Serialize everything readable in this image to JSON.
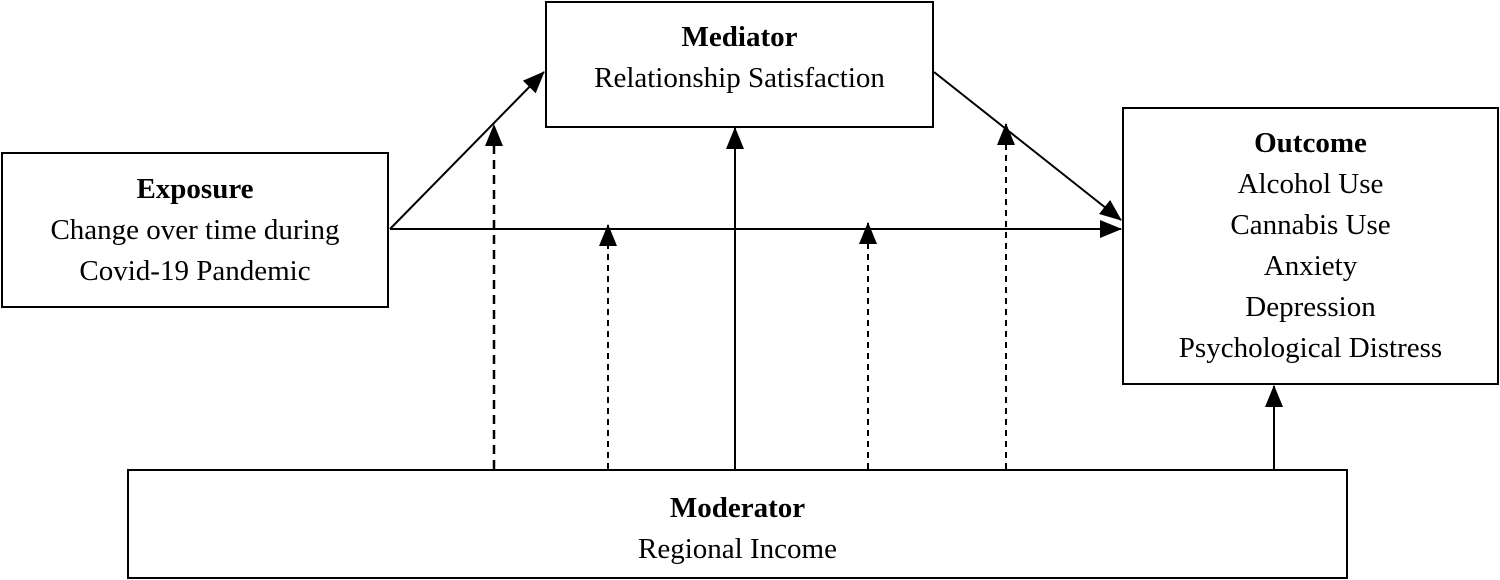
{
  "mediator": {
    "title": "Mediator",
    "lines": [
      "Relationship Satisfaction"
    ]
  },
  "exposure": {
    "title": "Exposure",
    "lines": [
      "Change over time during",
      "Covid-19 Pandemic"
    ]
  },
  "outcome": {
    "title": "Outcome",
    "lines": [
      "Alcohol Use",
      "Cannabis Use",
      "Anxiety",
      "Depression",
      "Psychological Distress"
    ]
  },
  "moderator": {
    "title": "Moderator",
    "lines": [
      "Regional Income"
    ]
  }
}
